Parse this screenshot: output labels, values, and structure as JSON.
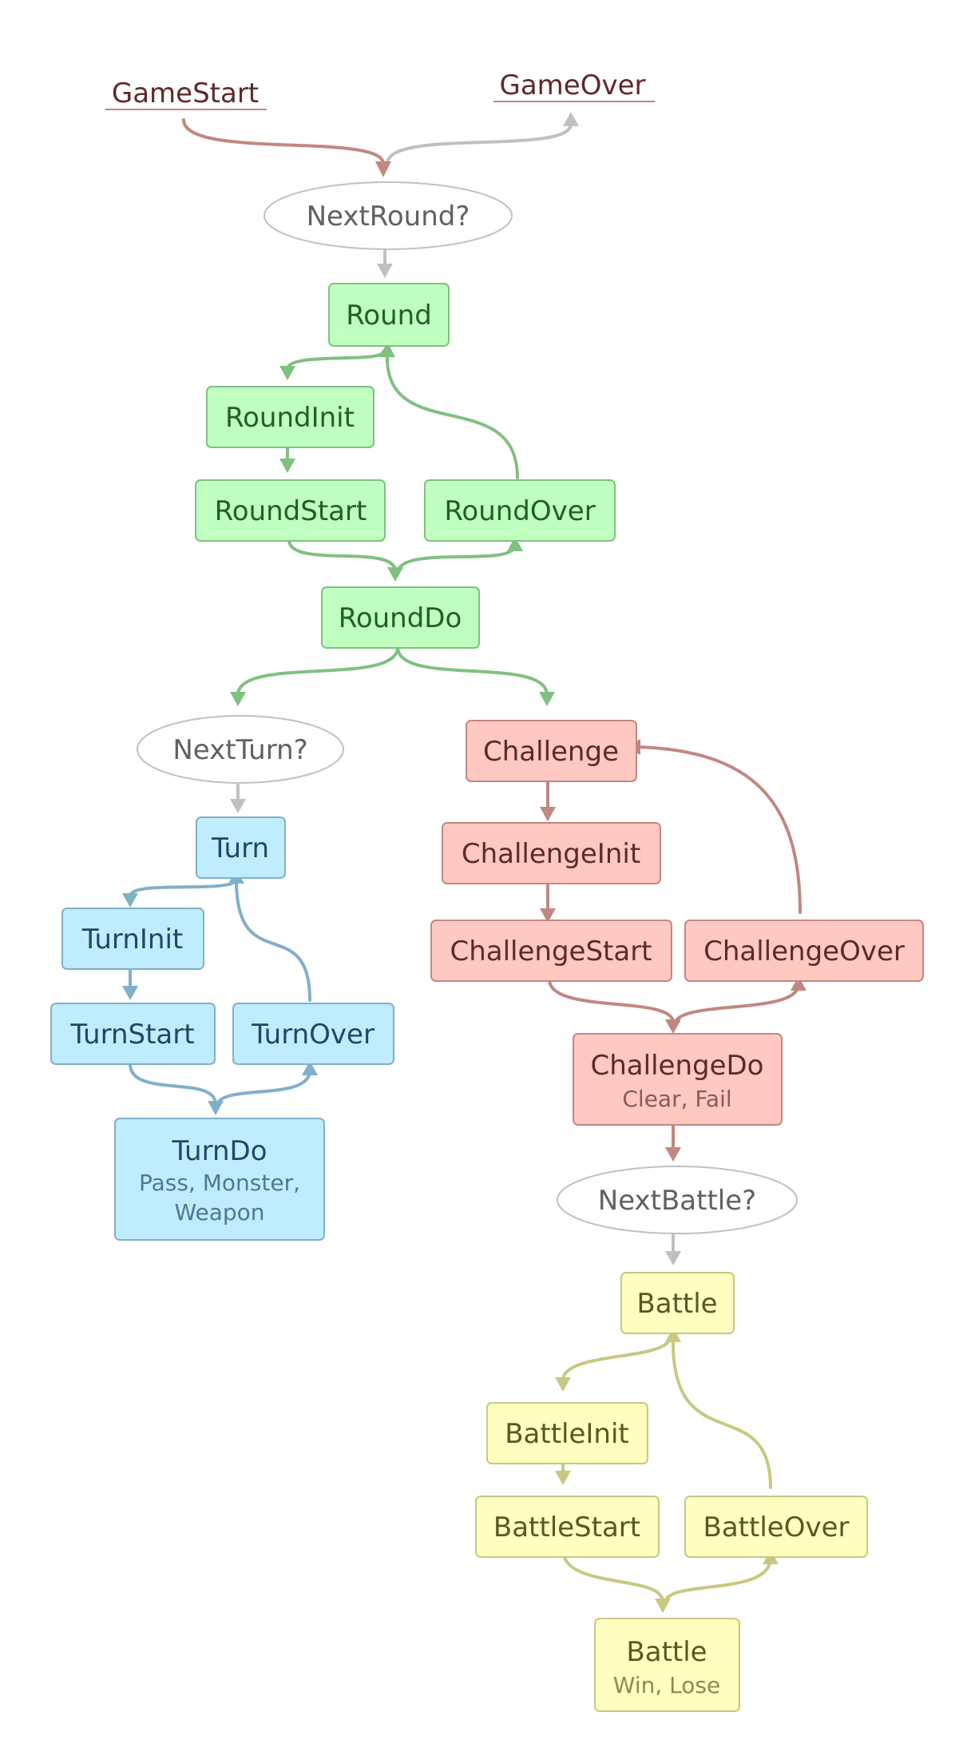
{
  "colors": {
    "green_fill": "#c0ffc0",
    "green_stroke": "#80c080",
    "green_text": "#206020",
    "blue_fill": "#c0ecff",
    "blue_stroke": "#80b0c8",
    "blue_text": "#204860",
    "blue_sub": "#507890",
    "red_fill": "#ffc8c0",
    "red_stroke": "#c08880",
    "red_text": "#602828",
    "red_sub": "#905858",
    "yellow_fill": "#ffffc0",
    "yellow_stroke": "#c8c880",
    "yellow_text": "#585820",
    "yellow_sub": "#8c8c50",
    "gray_stroke": "#c0c0c0",
    "gray_text": "#606060",
    "terminal_text": "#602828",
    "terminal_line": "#c08880"
  },
  "terminals": {
    "game_start": "GameStart",
    "game_over": "GameOver"
  },
  "decisions": {
    "next_round": "NextRound?",
    "next_turn": "NextTurn?",
    "next_battle": "NextBattle?"
  },
  "round": {
    "round": "Round",
    "round_init": "RoundInit",
    "round_start": "RoundStart",
    "round_over": "RoundOver",
    "round_do": "RoundDo"
  },
  "turn": {
    "turn": "Turn",
    "turn_init": "TurnInit",
    "turn_start": "TurnStart",
    "turn_over": "TurnOver",
    "turn_do": "TurnDo",
    "turn_do_sub1": "Pass, Monster,",
    "turn_do_sub2": "Weapon"
  },
  "challenge": {
    "challenge": "Challenge",
    "challenge_init": "ChallengeInit",
    "challenge_start": "ChallengeStart",
    "challenge_over": "ChallengeOver",
    "challenge_do": "ChallengeDo",
    "challenge_do_sub": "Clear, Fail"
  },
  "battle": {
    "battle": "Battle",
    "battle_init": "BattleInit",
    "battle_start": "BattleStart",
    "battle_over": "BattleOver",
    "battle_do": "Battle",
    "battle_do_sub": "Win, Lose"
  }
}
